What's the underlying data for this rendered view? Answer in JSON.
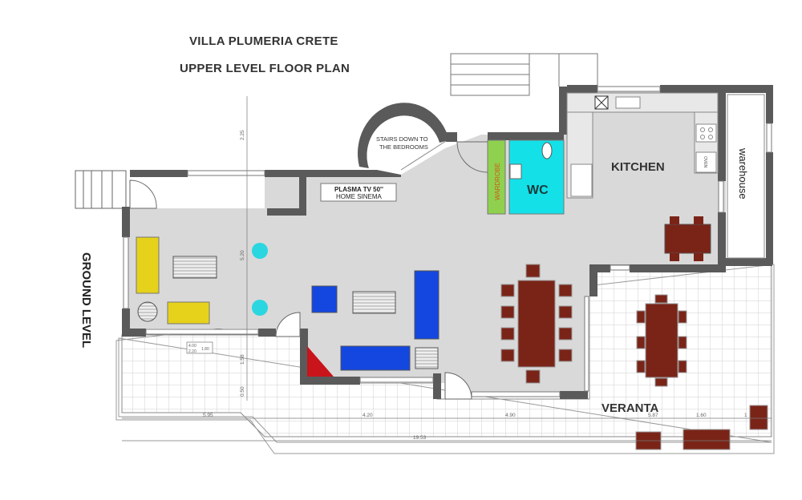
{
  "header": {
    "title": "VILLA PLUMERIA CRETE",
    "subtitle": "UPPER LEVEL FLOOR PLAN"
  },
  "labels": {
    "ground_level": "GROUND LEVEL",
    "stairs_line1": "STAIRS DOWN TO",
    "stairs_line2": "THE BEDROOMS",
    "tv_line1": "PLASMA TV 50''",
    "tv_line2": "HOME SINEMA",
    "wardrobe": "WARDROBE",
    "wc": "WC",
    "kitchen": "KITCHEN",
    "oven": "OVEN",
    "warehouse": "warehouse",
    "veranta": "VERANTA"
  },
  "dimensions": {
    "vertical_top": "2.25",
    "vertical_middle": "5.20",
    "vertical_lower": "1.58",
    "vertical_bottom": "0.50",
    "table_note_a": "4.00",
    "table_note_b": "2.20",
    "table_note_c": "1.80",
    "horizontal": [
      "5.95",
      "4.20",
      "4.90",
      "5.87",
      "1.60",
      "1"
    ],
    "total": "19.53"
  },
  "colors": {
    "wall": "#5a5a5a",
    "floor": "#d9d9d9",
    "yellow_sofa": "#e6d21a",
    "cyan_chair": "#2ad6e0",
    "blue_sofa": "#1447e0",
    "wood_red": "#7a2418",
    "wardrobe_green": "#8fd14f",
    "wc_cyan": "#14e0e8",
    "corner_red": "#c8141a"
  }
}
